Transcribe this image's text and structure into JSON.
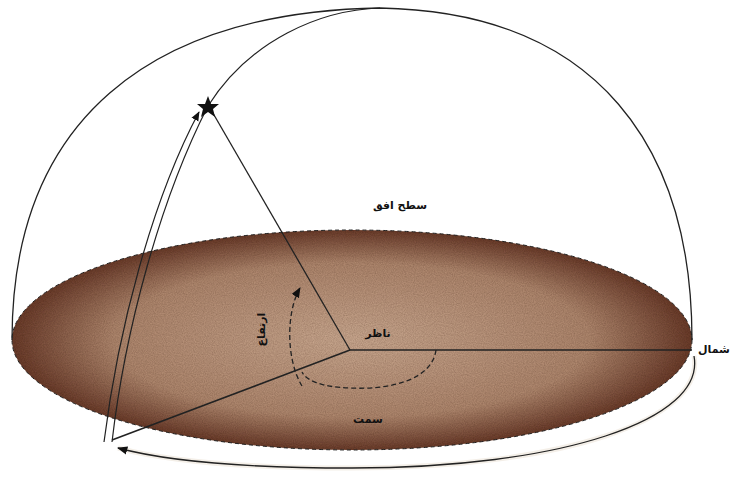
{
  "diagram": {
    "labels": [
      "سطح افق",
      "ارتفاع",
      "ناظر",
      "سمت",
      "شمال"
    ]
  }
}
